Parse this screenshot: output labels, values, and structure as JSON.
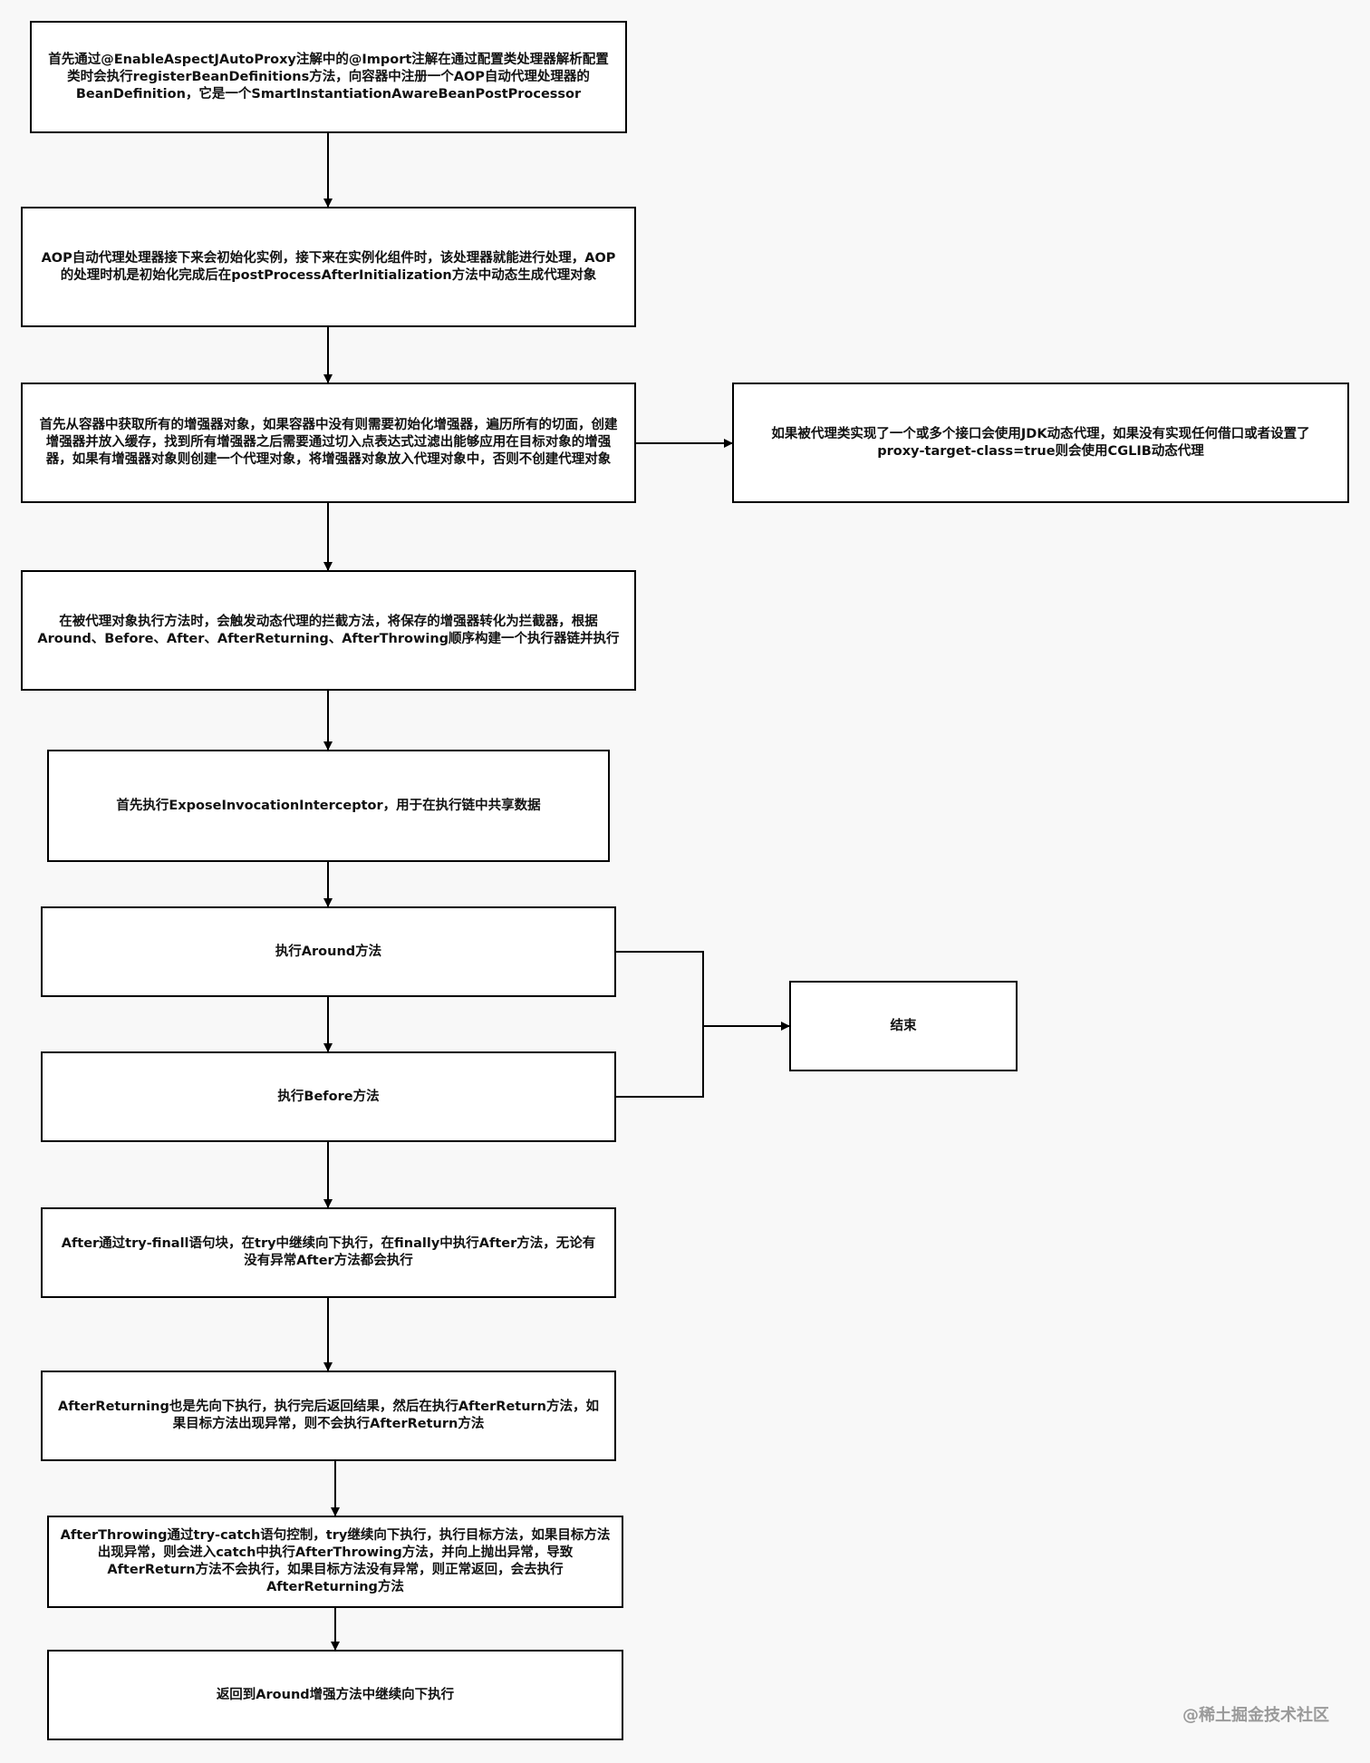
{
  "diagram": {
    "nodes": {
      "n1": "首先通过@EnableAspectJAutoProxy注解中的@Import注解在通过配置类处理器解析配置类时会执行registerBeanDefinitions方法，向容器中注册一个AOP自动代理处理器的BeanDefinition，它是一个SmartInstantiationAwareBeanPostProcessor",
      "n2": "AOP自动代理处理器接下来会初始化实例，接下来在实例化组件时，该处理器就能进行处理，AOP的处理时机是初始化完成后在postProcessAfterInitialization方法中动态生成代理对象",
      "n3": "首先从容器中获取所有的增强器对象，如果容器中没有则需要初始化增强器，遍历所有的切面，创建增强器并放入缓存，找到所有增强器之后需要通过切入点表达式过滤出能够应用在目标对象的增强器，如果有增强器对象则创建一个代理对象，将增强器对象放入代理对象中，否则不创建代理对象",
      "n3side": "如果被代理类实现了一个或多个接口会使用JDK动态代理，如果没有实现任何借口或者设置了proxy-target-class=true则会使用CGLIB动态代理",
      "n4": "在被代理对象执行方法时，会触发动态代理的拦截方法，将保存的增强器转化为拦截器，根据Around、Before、After、AfterReturning、AfterThrowing顺序构建一个执行器链并执行",
      "n5": "首先执行ExposeInvocationInterceptor，用于在执行链中共享数据",
      "n6": "执行Around方法",
      "n7": "执行Before方法",
      "end": "结束",
      "n8": "After通过try-finall语句块，在try中继续向下执行，在finally中执行After方法，无论有没有异常After方法都会执行",
      "n9": "AfterReturning也是先向下执行，执行完后返回结果，然后在执行AfterReturn方法，如果目标方法出现异常，则不会执行AfterReturn方法",
      "n10": "AfterThrowing通过try-catch语句控制，try继续向下执行，执行目标方法，如果目标方法出现异常，则会进入catch中执行AfterThrowing方法，并向上抛出异常，导致AfterReturn方法不会执行，如果目标方法没有异常，则正常返回，会去执行AfterReturning方法",
      "n11": "返回到Around增强方法中继续向下执行"
    },
    "watermark": "@稀土掘金技术社区",
    "colors": {
      "stroke": "#000000",
      "box_fill": "#ffffff",
      "background": "#f8f8f8",
      "watermark": "#9a9a9a"
    }
  }
}
